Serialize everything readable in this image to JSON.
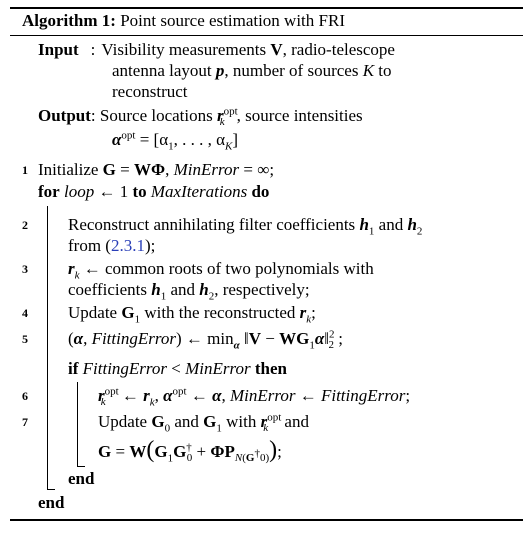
{
  "title": {
    "prefix": "Algorithm 1:",
    "text": "Point source estimation with FRI"
  },
  "input": {
    "label": "Input",
    "colon": ":",
    "line1_a": "Visibility measurements ",
    "line1_b": "V",
    "line1_c": ", radio-telescope",
    "line2_a": "antenna layout ",
    "line2_b": "p",
    "line2_c": ", number of sources ",
    "line2_d": "K",
    "line2_e": " to",
    "line3": "reconstruct"
  },
  "output": {
    "label": "Output",
    "colon": ":",
    "line1_a": " Source locations ",
    "line1_c": ", source intensities",
    "line2_b": " = [α",
    "line2_c": ", . . . , α",
    "line2_d": "]"
  },
  "symbols": {
    "r": "r",
    "k": "k",
    "opt": "opt",
    "alpha": "α",
    "one": "1",
    "K": "K",
    "h": "h",
    "two": "2",
    "G": "G",
    "zero": "0",
    "dagger": "†",
    "V": "V",
    "W": "W",
    "Phi": "Φ",
    "P": "P",
    "N": "N"
  },
  "steps": [
    {
      "num": "1"
    },
    {
      "num": "2",
      "text_a": "Reconstruct annihilating filter coefficients ",
      "text_b": " and ",
      "line2_a": "from (",
      "ref": "2.3.1",
      "line2_b": ");"
    },
    {
      "num": "3",
      "text_a": " ← common roots of two polynomials with",
      "line2_a": "coefficients ",
      "line2_b": " and ",
      "line2_c": ", respectively;"
    },
    {
      "num": "4",
      "text_a": "Update ",
      "text_b": " with the reconstructed ",
      "text_c": ";"
    },
    {
      "num": "5"
    },
    {
      "num": "6"
    },
    {
      "num": "7",
      "text_a": "Update ",
      "text_b": " and ",
      "text_c": " with "
    }
  ],
  "step1": {
    "a": "Initialize ",
    "b": "G",
    "c": " = ",
    "d": "WΦ",
    "e": ", ",
    "f": "MinError",
    "g": " = ∞;"
  },
  "loop": {
    "kw_for": "for",
    "var": "loop",
    "arrow": " ← 1 ",
    "kw_to": "to",
    "limit": "MaxIterations",
    "kw_do": "do"
  },
  "step5": {
    "a": "(",
    "b": ", ",
    "c": "FittingError",
    "d": ") ← min",
    "e": " ‖",
    "f": " − ",
    "g": "WG",
    "h": "‖",
    "i": " ;",
    "sq": "2"
  },
  "cond": {
    "kw_if": "if",
    "left": "FittingError",
    "op": " < ",
    "right": "MinError",
    "kw_then": "then"
  },
  "step6": {
    "a": " ← ",
    "b": ", ",
    "c": " ← ",
    "d": ", ",
    "e": "MinError",
    "f": " ← ",
    "g": "FittingError",
    "h": ";"
  },
  "step7b": {
    "a": " = ",
    "b": "W",
    "c": " + ",
    "d": "ΦP",
    "e": ");",
    "lp": "(",
    "rp": ")",
    "and": " and"
  },
  "end_inner": "end",
  "end_outer": "end"
}
